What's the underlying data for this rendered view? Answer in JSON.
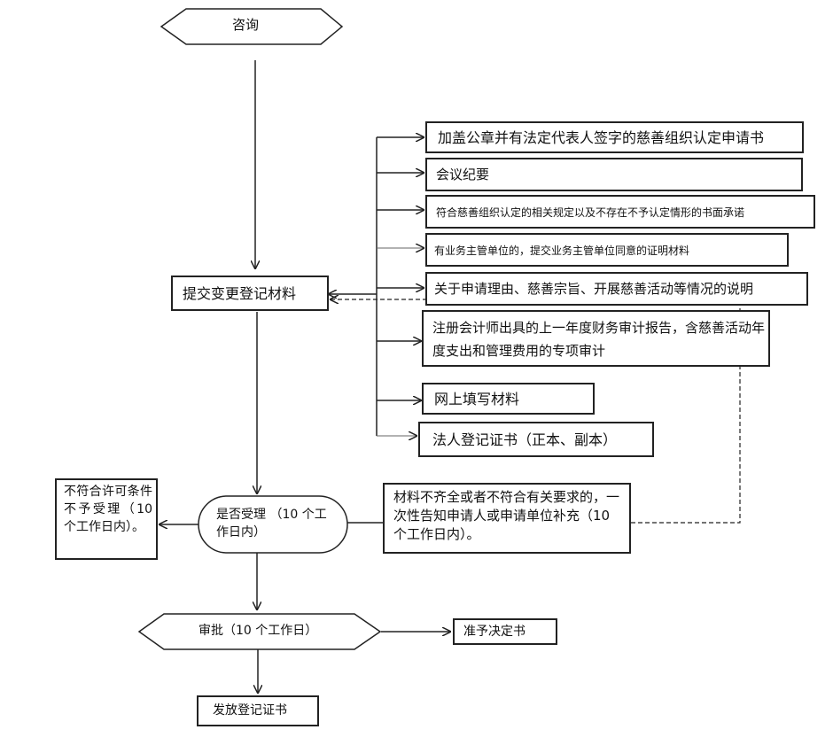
{
  "flow": {
    "consult": "咨询",
    "submit": "提交变更登记材料",
    "accept": "是否受理 （10 个工作日内）",
    "reject": "不符合许可条件不予受理（10个工作日内）。",
    "supplement": "材料不齐全或者不符合有关要求的，一次性告知申请人或申请单位补充（10 个工作日内）。",
    "approve": "审批（10 个工作日）",
    "decision": "准予决定书",
    "issue": "发放登记证书"
  },
  "materials": [
    "加盖公章并有法定代表人签字的慈善组织认定申请书",
    "会议纪要",
    "符合慈善组织认定的相关规定以及不存在不予认定情形的书面承诺",
    "有业务主管单位的，提交业务主管单位同意的证明材料",
    "关于申请理由、慈善宗旨、开展慈善活动等情况的说明",
    "注册会计师出具的上一年度财务审计报告，含慈善活动年度支出和管理费用的专项审计",
    "网上填写材料",
    "法人登记证书（正本、副本）"
  ]
}
